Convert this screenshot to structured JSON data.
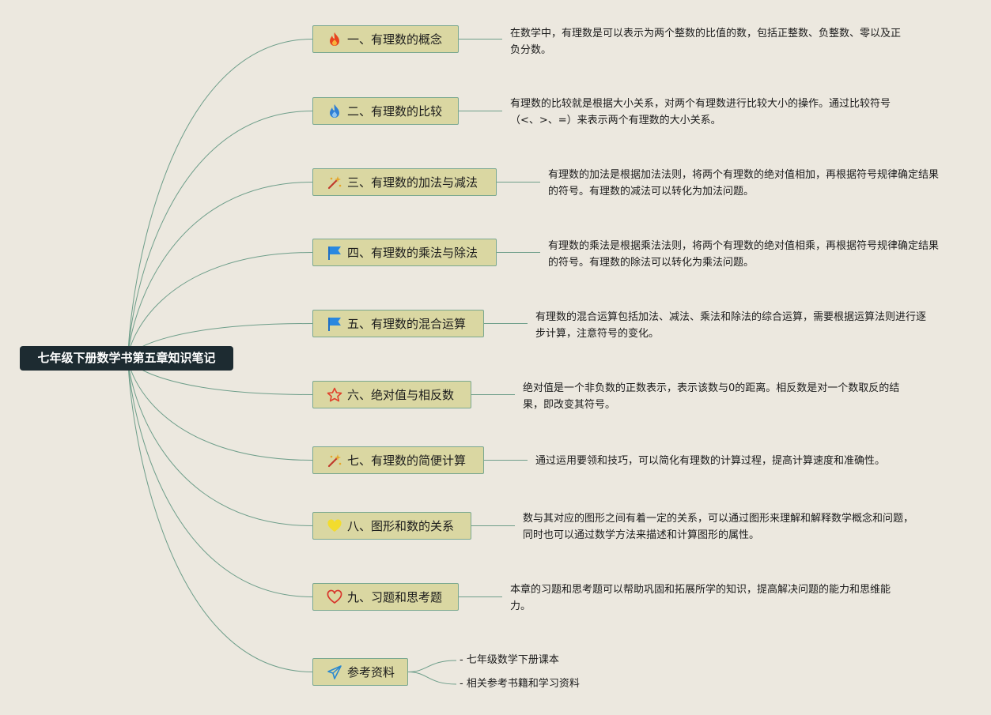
{
  "root": {
    "title": "七年级下册数学书第五章知识笔记"
  },
  "branches": [
    {
      "icon": "fire-icon-red",
      "label": "一、有理数的概念",
      "desc": "在数学中，有理数是可以表示为两个整数的比值的数，包括正整数、负整数、零以及正负分数。"
    },
    {
      "icon": "fire-icon-blue",
      "label": "二、有理数的比较",
      "desc": "有理数的比较就是根据大小关系，对两个有理数进行比较大小的操作。通过比较符号（<、>、=）来表示两个有理数的大小关系。"
    },
    {
      "icon": "magic-wand-icon",
      "label": "三、有理数的加法与减法",
      "desc": "有理数的加法是根据加法法则，将两个有理数的绝对值相加，再根据符号规律确定结果的符号。有理数的减法可以转化为加法问题。"
    },
    {
      "icon": "blue-flag-icon",
      "label": "四、有理数的乘法与除法",
      "desc": "有理数的乘法是根据乘法法则，将两个有理数的绝对值相乘，再根据符号规律确定结果的符号。有理数的除法可以转化为乘法问题。"
    },
    {
      "icon": "blue-flag-icon",
      "label": "五、有理数的混合运算",
      "desc": "有理数的混合运算包括加法、减法、乘法和除法的综合运算，需要根据运算法则进行逐步计算，注意符号的变化。"
    },
    {
      "icon": "star-outline-icon",
      "label": "六、绝对值与相反数",
      "desc": "绝对值是一个非负数的正数表示，表示该数与0的距离。相反数是对一个数取反的结果，即改变其符号。"
    },
    {
      "icon": "magic-wand-icon",
      "label": "七、有理数的简便计算",
      "desc": "通过运用要领和技巧，可以简化有理数的计算过程，提高计算速度和准确性。"
    },
    {
      "icon": "yellow-heart-icon",
      "label": "八、图形和数的关系",
      "desc": "数与其对应的图形之间有着一定的关系，可以通过图形来理解和解释数学概念和问题，同时也可以通过数学方法来描述和计算图形的属性。"
    },
    {
      "icon": "heart-outline-icon",
      "label": "九、习题和思考题",
      "desc": "本章的习题和思考题可以帮助巩固和拓展所学的知识，提高解决问题的能力和思维能力。"
    },
    {
      "icon": "paper-plane-icon",
      "label": "参考资料",
      "subs": [
        "- 七年级数学下册课本",
        "- 相关参考书籍和学习资料"
      ]
    }
  ],
  "colors": {
    "line": "#6e9e8a",
    "branch_bg": "#dad7a2",
    "root_bg": "#1d2b31",
    "canvas": "#ece8df"
  }
}
